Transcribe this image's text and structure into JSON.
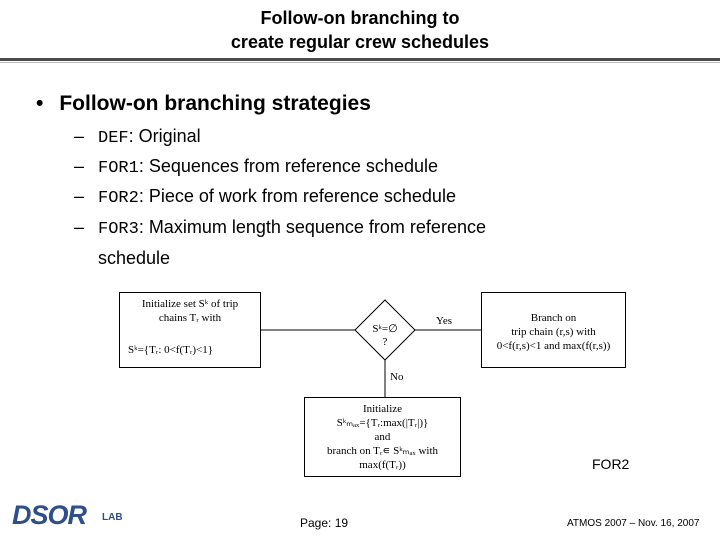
{
  "title": {
    "line1": "Follow-on branching to",
    "line2": "create regular crew schedules"
  },
  "bullet": {
    "symbol": "•",
    "text": "Follow-on branching strategies"
  },
  "subitems": [
    {
      "dash": "–",
      "code": "DEF",
      "text": ": Original"
    },
    {
      "dash": "–",
      "code": "FOR1",
      "text": ": Sequences from reference schedule"
    },
    {
      "dash": "–",
      "code": "FOR2",
      "text": ": Piece of work from reference schedule"
    },
    {
      "dash": "–",
      "code": "FOR3",
      "text": ": Maximum length sequence from reference"
    }
  ],
  "subitem_continuation": "schedule",
  "diagram": {
    "init_box": {
      "line1": "Initialize set Sᵏ of trip",
      "line2": "chains Tᵣ with",
      "line3": "Sᵏ={Tᵣ: 0<f(Tᵣ)<1}"
    },
    "decision": {
      "line1": "Sᵏ=∅",
      "line2": "?"
    },
    "yes_label": "Yes",
    "no_label": "No",
    "branch_box": {
      "line1": "Branch on",
      "line2": "trip chain (r,s) with",
      "line3": "0<f(r,s)<1 and max(f(r,s))"
    },
    "init_max_box": {
      "line1": "Initialize",
      "line2": "Sᵏₘₐₓ={Tᵣ:max(|Tᵣ|)}",
      "line3": "and",
      "line4": "branch on Tᵣ∊ Sᵏₘₐₓ with",
      "line5": "max(f(Tᵣ))"
    }
  },
  "strategy_label": "FOR2",
  "footer": {
    "logo_main": "DSOR",
    "logo_sub": "LAB",
    "page": "Page: 19",
    "event": "ATMOS 2007 – Nov. 16, 2007"
  }
}
